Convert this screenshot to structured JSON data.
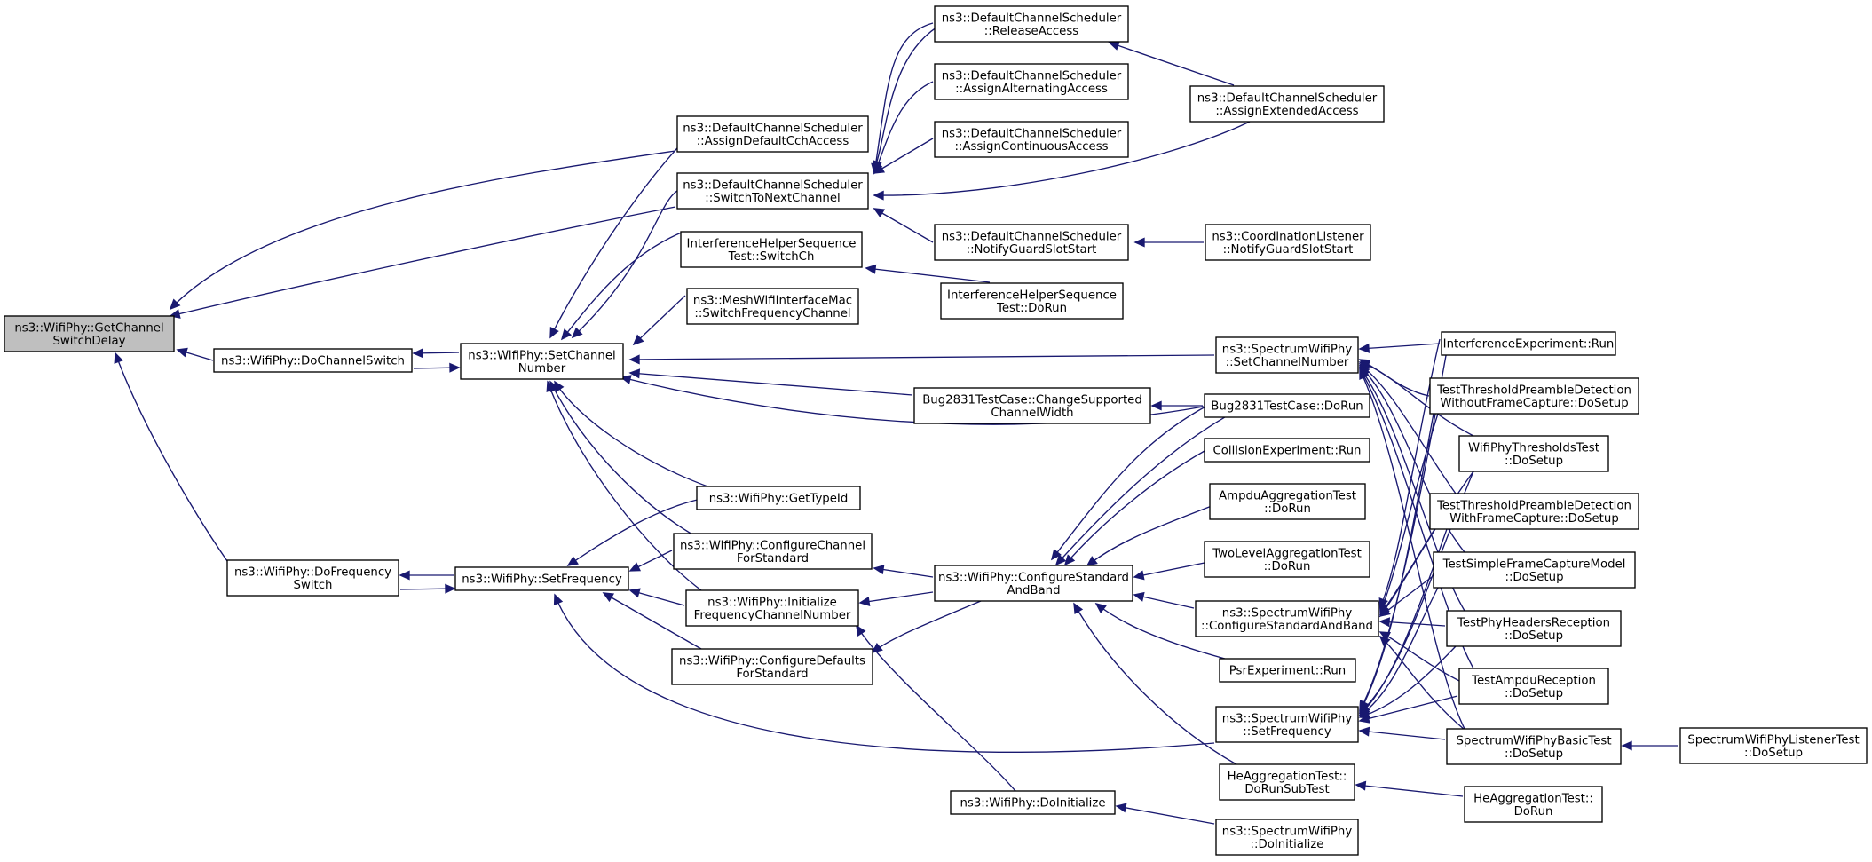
{
  "colors": {
    "edge": "#191970",
    "root_fill": "#bfbfbf",
    "node_fill": "#ffffff",
    "node_stroke": "#000000"
  },
  "nodes": {
    "get_channel_switch_delay": [
      "ns3::WifiPhy::GetChannel",
      "SwitchDelay"
    ],
    "do_channel_switch": [
      "ns3::WifiPhy::DoChannelSwitch"
    ],
    "do_frequency_switch": [
      "ns3::WifiPhy::DoFrequency",
      "Switch"
    ],
    "set_channel_number": [
      "ns3::WifiPhy::SetChannel",
      "Number"
    ],
    "set_frequency": [
      "ns3::WifiPhy::SetFrequency"
    ],
    "assign_default_cch_access": [
      "ns3::DefaultChannelScheduler",
      "::AssignDefaultCchAccess"
    ],
    "switch_to_next_channel": [
      "ns3::DefaultChannelScheduler",
      "::SwitchToNextChannel"
    ],
    "interference_switch_ch": [
      "InterferenceHelperSequence",
      "Test::SwitchCh"
    ],
    "mesh_switch_frequency_channel": [
      "ns3::MeshWifiInterfaceMac",
      "::SwitchFrequencyChannel"
    ],
    "get_type_id": [
      "ns3::WifiPhy::GetTypeId"
    ],
    "configure_channel_for_standard": [
      "ns3::WifiPhy::ConfigureChannel",
      "ForStandard"
    ],
    "initialize_frequency_channel_number": [
      "ns3::WifiPhy::Initialize",
      "FrequencyChannelNumber"
    ],
    "configure_defaults_for_standard": [
      "ns3::WifiPhy::ConfigureDefaults",
      "ForStandard"
    ],
    "release_access": [
      "ns3::DefaultChannelScheduler",
      "::ReleaseAccess"
    ],
    "assign_alternating_access": [
      "ns3::DefaultChannelScheduler",
      "::AssignAlternatingAccess"
    ],
    "assign_continuous_access": [
      "ns3::DefaultChannelScheduler",
      "::AssignContinuousAccess"
    ],
    "notify_guard_slot_start": [
      "ns3::DefaultChannelScheduler",
      "::NotifyGuardSlotStart"
    ],
    "interference_do_run": [
      "InterferenceHelperSequence",
      "Test::DoRun"
    ],
    "bug2831_change_supported_channel_width": [
      "Bug2831TestCase::ChangeSupported",
      "ChannelWidth"
    ],
    "configure_standard_and_band": [
      "ns3::WifiPhy::ConfigureStandard",
      "AndBand"
    ],
    "do_initialize": [
      "ns3::WifiPhy::DoInitialize"
    ],
    "assign_extended_access": [
      "ns3::DefaultChannelScheduler",
      "::AssignExtendedAccess"
    ],
    "coordination_notify_guard_slot_start": [
      "ns3::CoordinationListener",
      "::NotifyGuardSlotStart"
    ],
    "spectrum_set_channel_number": [
      "ns3::SpectrumWifiPhy",
      "::SetChannelNumber"
    ],
    "bug2831_do_run": [
      "Bug2831TestCase::DoRun"
    ],
    "collision_experiment_run": [
      "CollisionExperiment::Run"
    ],
    "ampdu_aggregation_test_do_run": [
      "AmpduAggregationTest",
      "::DoRun"
    ],
    "two_level_aggregation_test_do_run": [
      "TwoLevelAggregationTest",
      "::DoRun"
    ],
    "spectrum_configure_standard_and_band": [
      "ns3::SpectrumWifiPhy",
      "::ConfigureStandardAndBand"
    ],
    "psr_experiment_run": [
      "PsrExperiment::Run"
    ],
    "spectrum_set_frequency": [
      "ns3::SpectrumWifiPhy",
      "::SetFrequency"
    ],
    "he_aggregation_do_run_sub_test": [
      "HeAggregationTest::",
      "DoRunSubTest"
    ],
    "spectrum_do_initialize": [
      "ns3::SpectrumWifiPhy",
      "::DoInitialize"
    ],
    "interference_experiment_run": [
      "InterferenceExperiment::Run"
    ],
    "threshold_preamble_without_capture": [
      "TestThresholdPreambleDetection",
      "WithoutFrameCapture::DoSetup"
    ],
    "wifi_phy_thresholds_test": [
      "WifiPhyThresholdsTest",
      "::DoSetup"
    ],
    "threshold_preamble_with_capture": [
      "TestThresholdPreambleDetection",
      "WithFrameCapture::DoSetup"
    ],
    "simple_frame_capture_model": [
      "TestSimpleFrameCaptureModel",
      "::DoSetup"
    ],
    "phy_headers_reception": [
      "TestPhyHeadersReception",
      "::DoSetup"
    ],
    "ampdu_reception": [
      "TestAmpduReception",
      "::DoSetup"
    ],
    "spectrum_basic_test": [
      "SpectrumWifiPhyBasicTest",
      "::DoSetup"
    ],
    "he_aggregation_do_run": [
      "HeAggregationTest::",
      "DoRun"
    ],
    "spectrum_listener_test": [
      "SpectrumWifiPhyListenerTest",
      "::DoSetup"
    ]
  }
}
